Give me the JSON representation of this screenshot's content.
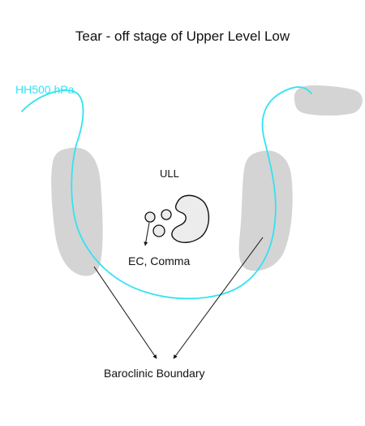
{
  "title": "Tear - off  stage of Upper Level Low",
  "labels": {
    "contour": "HH500 hPa",
    "ull": "ULL",
    "ec_comma": "EC, Comma",
    "baroclinic_boundary": "Baroclinic Boundary"
  },
  "colors": {
    "contour_line": "#33e3f0",
    "shaded_region": "#d4d4d4",
    "ull_fill": "#ececec",
    "outline": "#111111"
  }
}
